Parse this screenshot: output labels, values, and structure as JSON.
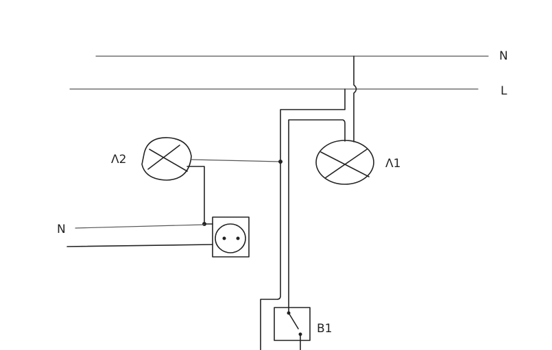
{
  "labels": {
    "neutral_top": "N",
    "line_top": "L",
    "lamp1": "Λ1",
    "lamp2": "Λ2",
    "neutral_left": "N",
    "switch": "B1"
  },
  "colors": {
    "ink": "#222222",
    "paper": "#ffffff"
  }
}
